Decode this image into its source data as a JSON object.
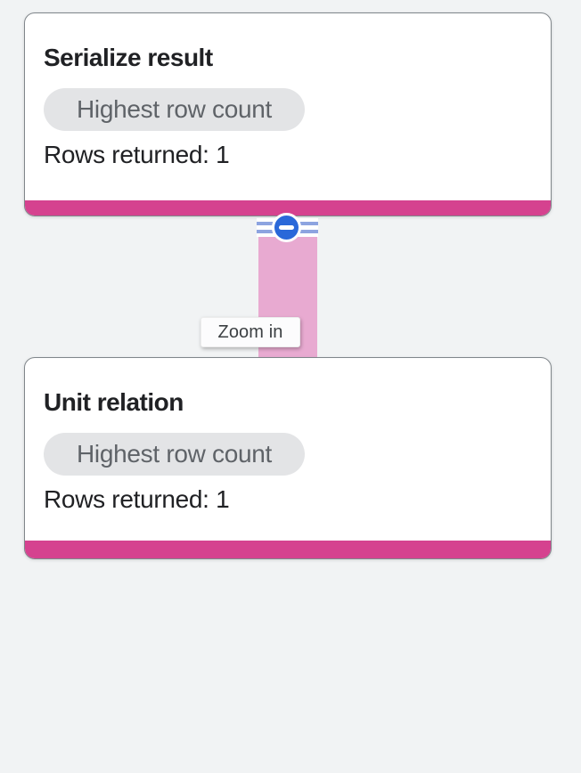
{
  "colors": {
    "background": "#f1f3f4",
    "card_background": "#ffffff",
    "card_border": "#80868b",
    "accent_pink": "#d5428f",
    "connector_pink": "#e8aad1",
    "stripe_blue": "#8da4e0",
    "collapse_blue": "#2a68d9",
    "badge_background": "#e3e4e6",
    "badge_text": "#5f6368",
    "text_primary": "#202124"
  },
  "nodes": [
    {
      "title": "Serialize result",
      "badge": "Highest row count",
      "rows": "Rows returned: 1"
    },
    {
      "title": "Unit relation",
      "badge": "Highest row count",
      "rows": "Rows returned: 1"
    }
  ],
  "edge": {
    "collapse_icon": "minus-icon",
    "tooltip": "Zoom in"
  }
}
